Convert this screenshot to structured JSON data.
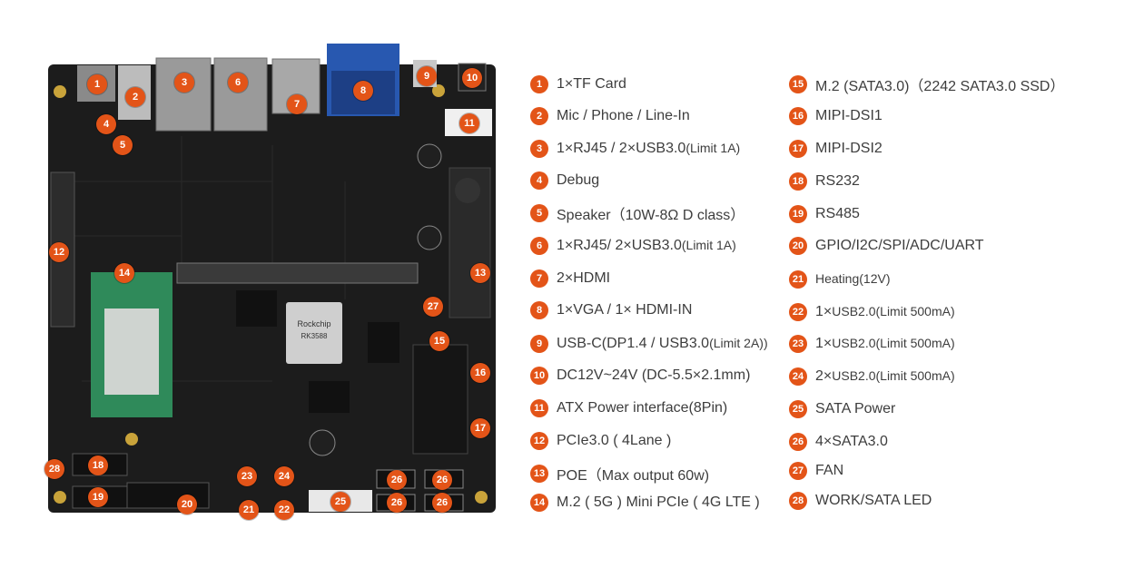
{
  "colors": {
    "accent": "#e35418",
    "board": "#1b1b1b",
    "text": "#3d3d3d"
  },
  "legend": [
    {
      "n": "1",
      "text": "1×TF Card"
    },
    {
      "n": "2",
      "text": "Mic / Phone / Line-In"
    },
    {
      "n": "3",
      "text": "1×RJ45 / 2×USB3.0",
      "small": "(Limit 1A)"
    },
    {
      "n": "4",
      "text": "Debug"
    },
    {
      "n": "5",
      "text": "Speaker（10W-8Ω D class）"
    },
    {
      "n": "6",
      "text": "1×RJ45/ 2×USB3.0",
      "small": "(Limit 1A)"
    },
    {
      "n": "7",
      "text": "2×HDMI"
    },
    {
      "n": "8",
      "text": "1×VGA / 1× HDMI-IN"
    },
    {
      "n": "9",
      "text": "USB-C(DP1.4 / USB3.0",
      "small": "(Limit 2A))"
    },
    {
      "n": "10",
      "text": "DC12V~24V (DC-5.5×2.1mm)"
    },
    {
      "n": "11",
      "text": "ATX Power interface(8Pin)"
    },
    {
      "n": "12",
      "text": "PCIe3.0 ( 4Lane )"
    },
    {
      "n": "13",
      "text": "POE（Max output 60w)"
    },
    {
      "n": "14",
      "text": "M.2 ( 5G ) Mini PCIe ( 4G LTE )"
    },
    {
      "n": "15",
      "text": "M.2 (SATA3.0)（2242 SATA3.0 SSD）"
    },
    {
      "n": "16",
      "text": "MIPI-DSI1"
    },
    {
      "n": "17",
      "text": "MIPI-DSI2"
    },
    {
      "n": "18",
      "text": "RS232"
    },
    {
      "n": "19",
      "text": "RS485"
    },
    {
      "n": "20",
      "text": "GPIO/I2C/SPI/ADC/UART"
    },
    {
      "n": "21",
      "text": "",
      "small": "Heating(12V)"
    },
    {
      "n": "22",
      "text": "1×",
      "small": "USB2.0(Limit 500mA)"
    },
    {
      "n": "23",
      "text": "1×",
      "small": "USB2.0(Limit 500mA)"
    },
    {
      "n": "24",
      "text": "2×",
      "small": "USB2.0(Limit 500mA)"
    },
    {
      "n": "25",
      "text": "SATA Power"
    },
    {
      "n": "26",
      "text": "4×SATA3.0"
    },
    {
      "n": "27",
      "text": "FAN"
    },
    {
      "n": "28",
      "text": "WORK/SATA LED"
    }
  ],
  "board": {
    "chip_brand": "Rockchip",
    "chip_model": "RK3588",
    "pins": [
      "1",
      "2",
      "3",
      "4",
      "5",
      "6",
      "7",
      "8",
      "9",
      "10",
      "11",
      "12",
      "13",
      "14",
      "15",
      "16",
      "17",
      "18",
      "19",
      "20",
      "21",
      "22",
      "23",
      "24",
      "25",
      "26",
      "26",
      "26",
      "26",
      "27",
      "28"
    ]
  }
}
